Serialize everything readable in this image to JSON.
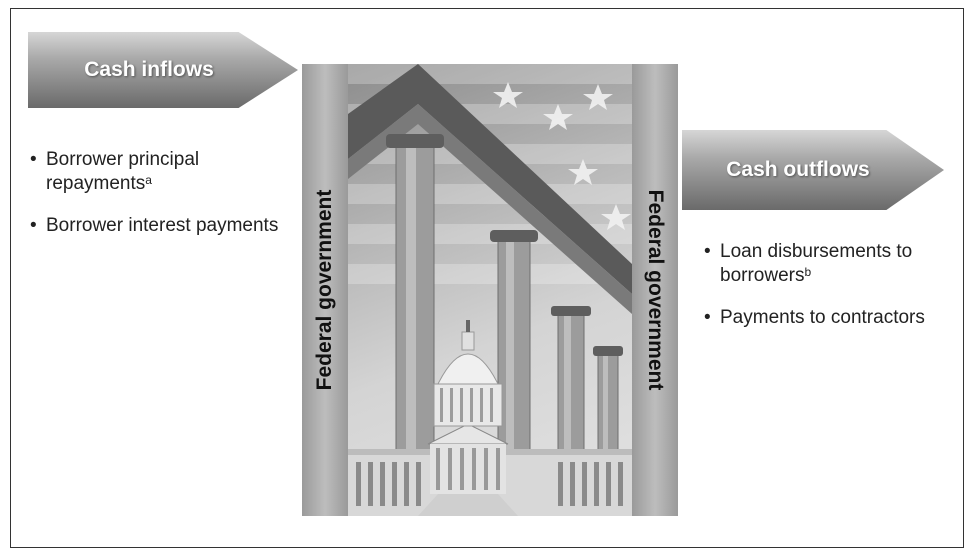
{
  "inflows": {
    "title": "Cash inflows",
    "items": [
      {
        "text": "Borrower principal repayments",
        "sup": "a"
      },
      {
        "text": "Borrower interest payments",
        "sup": ""
      }
    ]
  },
  "outflows": {
    "title": "Cash outflows",
    "items": [
      {
        "text": "Loan disbursements to borrowers",
        "sup": "b"
      },
      {
        "text": "Payments to contractors",
        "sup": ""
      }
    ]
  },
  "bands": {
    "left_label": "Federal government",
    "right_label": "Federal government"
  },
  "colors": {
    "arrow_dark": "#6a6a6a",
    "arrow_light": "#d6d6d6",
    "band": "#a8a8a8",
    "text": "#222222"
  }
}
